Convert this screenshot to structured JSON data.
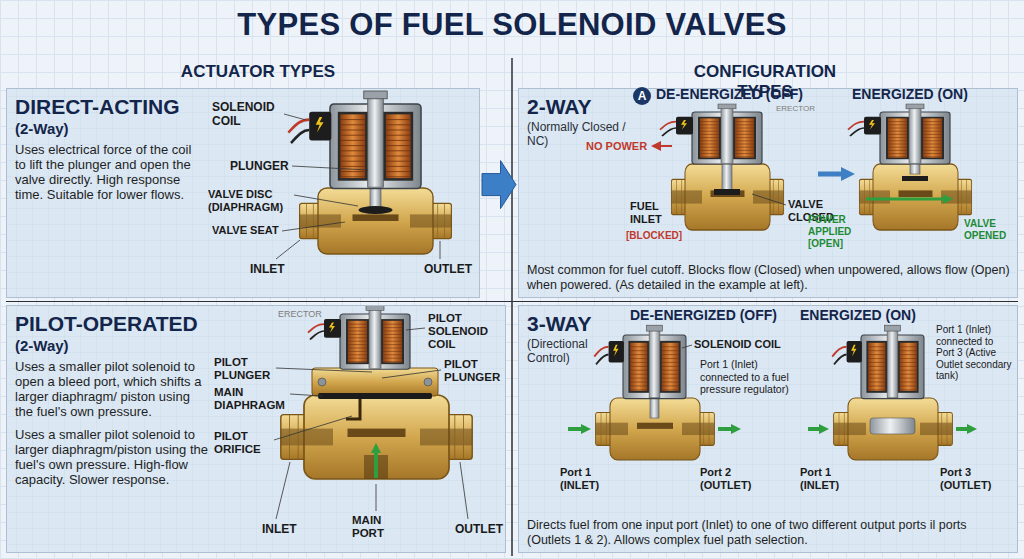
{
  "diagram": {
    "title": "TYPES OF FUEL SOLENOID VALVES",
    "nodes": [
      {
        "text": [
          "DIRECT-ACTING",
          "(2-Way)",
          "Uses electrical force of the coil to lift the plunger and open the valve directly. High response time. Suitable for lower flows."
        ]
      },
      {
        "text": [
          "PILOT-OPERATED",
          "(2-Way)",
          "Uses a smaller pilot solenoid to open a bleed port, which shifts a larger diaphragm/ piston using the fuel's own pressure.",
          "Uses a smaller pilot solenoid to larger diaphragm/piston using the fuel's own pressure. High-flow capacity. Slower response."
        ]
      },
      {
        "text": [
          "2-WAY",
          "(Normally Closed / NC)",
          "Most common for fuel cutoff. Blocks flow (Closed) when unpowered, allows flow (Open) when powered. (As detailed in the example at left)."
        ]
      },
      {
        "text": [
          "3-WAY",
          "(Directional Control)",
          "Directs fuel from one input port (Inlet) to one of two different output ports il ports (Outlets 1 & 2). Allows complex fuel path selection."
        ]
      }
    ],
    "edges": [
      {
        "from": 0,
        "to": 2,
        "arrow": "to"
      }
    ],
    "labels": [
      "ACTUATOR TYPES",
      "CONFIGURATION TYPES",
      "SOLENOID COIL",
      "PLUNGER",
      "VALVE DISC (DIAPHRAGM)",
      "VALVE SEAT",
      "INLET",
      "OUTLET",
      "ERECTOR",
      "PILOT SOLENOID COIL",
      "PILOT PLUNGER",
      "PILOT PLUNGER",
      "MAIN DIAPHRAGM",
      "PILOT ORIFICE",
      "INLET",
      "MAIN PORT",
      "OUTLET",
      "A",
      "DE-ENERGIZED (OFF)",
      "ENERGIZED (ON)",
      "ERECTOR",
      "NO POWER",
      "FUEL INLET",
      "[BLOCKED]",
      "VALVE CLOSED",
      "POWER APPLIED [OPEN]",
      "VALVE OPENED",
      "DE-ENERGIZED (OFF)",
      "ENERGIZED (ON)",
      "SOLENOID COIL",
      "Port 1 (Inlet) connected to a fuel pressure regulator)",
      "Port 1 (Inlet) connected to Port 3 (Active Outlet secondary tank)",
      "Port 1 (INLET)",
      "Port 2 (OUTLET)",
      "Port 1 (INLET)",
      "Port 3 (OUTLET)"
    ]
  }
}
